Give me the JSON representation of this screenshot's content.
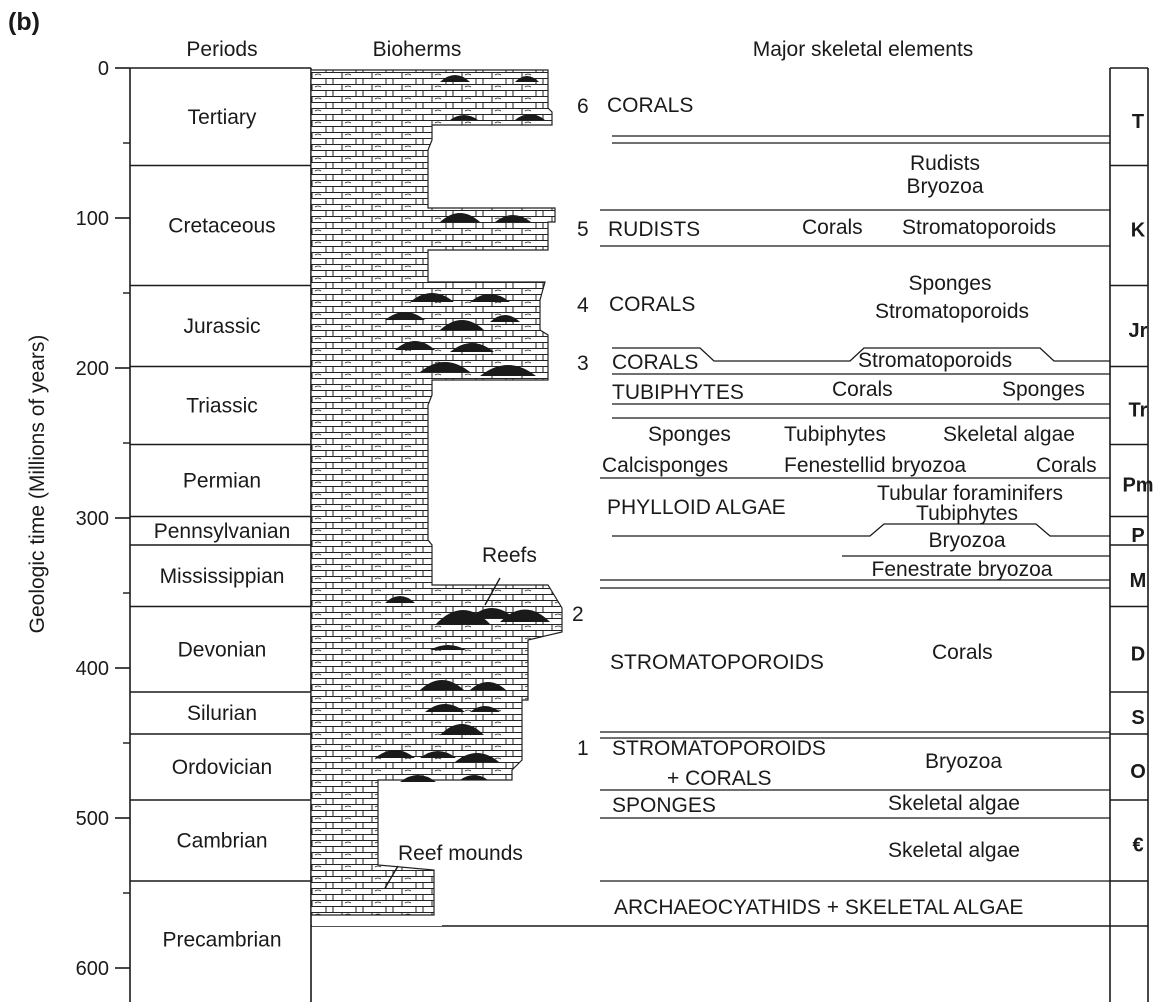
{
  "panel_label": "(b)",
  "headers": {
    "periods": "Periods",
    "bioherms": "Bioherms",
    "elements": "Major skeletal elements"
  },
  "y_axis_label": "Geologic time (Millions of years)",
  "y_ticks": [
    "0",
    "100",
    "200",
    "300",
    "400",
    "500",
    "600"
  ],
  "periods": [
    {
      "name": "Tertiary",
      "start_ma": 0,
      "end_ma": 65,
      "code": "T"
    },
    {
      "name": "Cretaceous",
      "start_ma": 65,
      "end_ma": 145,
      "code": "K"
    },
    {
      "name": "Jurassic",
      "start_ma": 145,
      "end_ma": 199,
      "code": "Jr"
    },
    {
      "name": "Triassic",
      "start_ma": 199,
      "end_ma": 251,
      "code": "Tr"
    },
    {
      "name": "Permian",
      "start_ma": 251,
      "end_ma": 299,
      "code": "Pm"
    },
    {
      "name": "Pennsylvanian",
      "start_ma": 299,
      "end_ma": 318,
      "code": "P"
    },
    {
      "name": "Mississippian",
      "start_ma": 318,
      "end_ma": 359,
      "code": "M"
    },
    {
      "name": "Devonian",
      "start_ma": 359,
      "end_ma": 416,
      "code": "D"
    },
    {
      "name": "Silurian",
      "start_ma": 416,
      "end_ma": 444,
      "code": "S"
    },
    {
      "name": "Ordovician",
      "start_ma": 444,
      "end_ma": 488,
      "code": "O"
    },
    {
      "name": "Cambrian",
      "start_ma": 488,
      "end_ma": 542,
      "code": "€"
    },
    {
      "name": "Precambrian",
      "start_ma": 542,
      "end_ma": 620,
      "code": ""
    }
  ],
  "annotations": {
    "reefs": "Reefs",
    "reef_mounds": "Reef mounds"
  },
  "reef_numbers": [
    "6",
    "5",
    "4",
    "3",
    "2",
    "1"
  ],
  "elements": [
    {
      "key": "e1",
      "text": "CORALS"
    },
    {
      "key": "e2",
      "text": "Rudists"
    },
    {
      "key": "e3",
      "text": "Bryozoa"
    },
    {
      "key": "e4",
      "text": "RUDISTS"
    },
    {
      "key": "e5",
      "text": "Corals"
    },
    {
      "key": "e6",
      "text": "Stromatoporoids"
    },
    {
      "key": "e7",
      "text": "Sponges"
    },
    {
      "key": "e8",
      "text": "CORALS"
    },
    {
      "key": "e9",
      "text": "Stromatoporoids"
    },
    {
      "key": "e10",
      "text": "CORALS"
    },
    {
      "key": "e11",
      "text": "Stromatoporoids"
    },
    {
      "key": "e12",
      "text": "TUBIPHYTES"
    },
    {
      "key": "e13",
      "text": "Corals"
    },
    {
      "key": "e14",
      "text": "Sponges"
    },
    {
      "key": "e15",
      "text": "Sponges"
    },
    {
      "key": "e16",
      "text": "Tubiphytes"
    },
    {
      "key": "e17",
      "text": "Skeletal algae"
    },
    {
      "key": "e18",
      "text": "Calcisponges"
    },
    {
      "key": "e19",
      "text": "Fenestellid bryozoa"
    },
    {
      "key": "e20",
      "text": "Corals"
    },
    {
      "key": "e21",
      "text": "Tubular foraminifers"
    },
    {
      "key": "e22",
      "text": "PHYLLOID ALGAE"
    },
    {
      "key": "e23",
      "text": "Tubiphytes"
    },
    {
      "key": "e24",
      "text": "Bryozoa"
    },
    {
      "key": "e25",
      "text": "Fenestrate bryozoa"
    },
    {
      "key": "e26",
      "text": "Corals"
    },
    {
      "key": "e27",
      "text": "STROMATOPOROIDS"
    },
    {
      "key": "e28",
      "text": "STROMATOPOROIDS"
    },
    {
      "key": "e29",
      "text": "Bryozoa"
    },
    {
      "key": "e30",
      "text": "+ CORALS"
    },
    {
      "key": "e31",
      "text": "SPONGES"
    },
    {
      "key": "e32",
      "text": "Skeletal algae"
    },
    {
      "key": "e33",
      "text": "Skeletal algae"
    },
    {
      "key": "e34",
      "text": "ARCHAEOCYATHIDS + SKELETAL ALGAE"
    }
  ]
}
